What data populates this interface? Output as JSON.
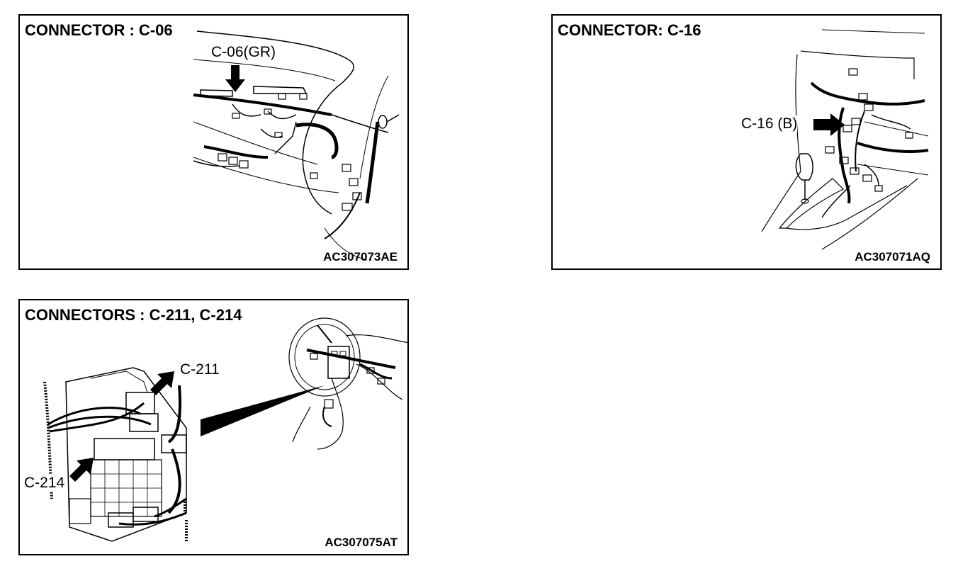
{
  "panels": [
    {
      "title": "CONNECTOR : C-06",
      "labels": [
        "C-06(GR)"
      ],
      "code": "AC307073AE"
    },
    {
      "title": "CONNECTOR: C-16",
      "labels": [
        "C-16 (B)"
      ],
      "code": "AC307071AQ"
    },
    {
      "title": "CONNECTORS : C-211, C-214",
      "labels": [
        "C-211",
        "C-214"
      ],
      "code": "AC307075AT"
    }
  ]
}
